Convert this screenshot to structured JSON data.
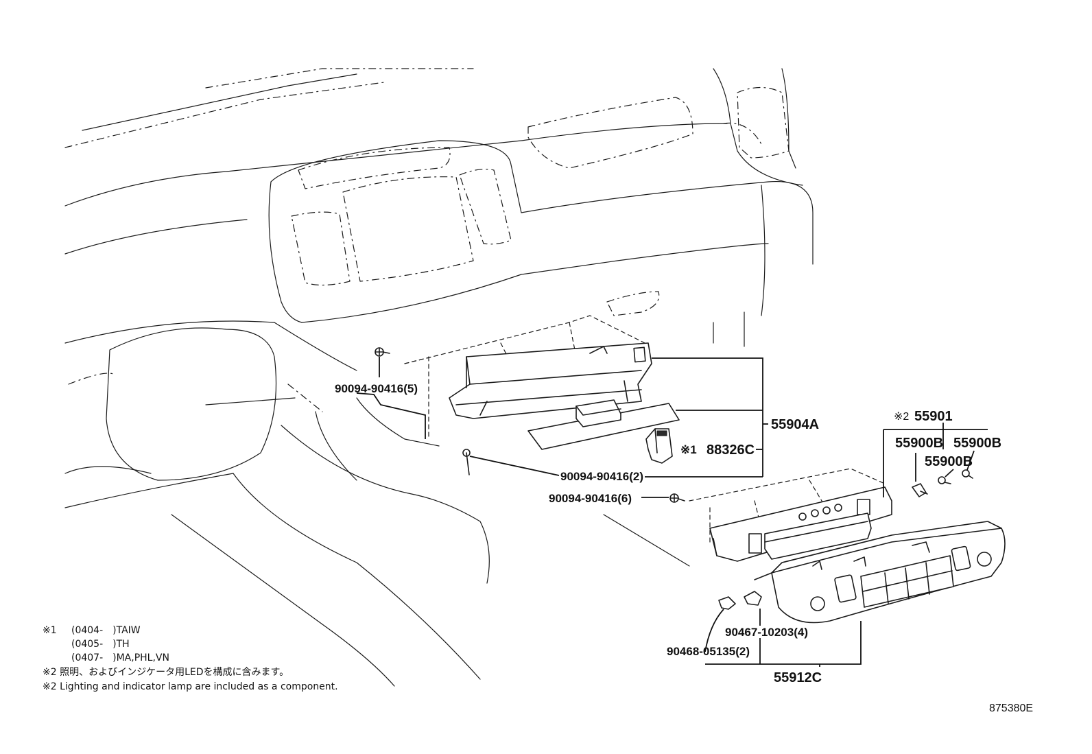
{
  "parts": {
    "p_90094_90416_5": "90094-90416(5)",
    "p_90094_90416_2": "90094-90416(2)",
    "p_90094_90416_6": "90094-90416(6)",
    "p_55904A": "55904A",
    "p_88326C": "88326C",
    "p_88326C_mark": "※1",
    "p_55901": "55901",
    "p_55901_mark": "※2",
    "p_55900B_a": "55900B",
    "p_55900B_b": "55900B",
    "p_55900B_c": "55900B",
    "p_90467_10203_4": "90467-10203(4)",
    "p_90468_05135_2": "90468-05135(2)",
    "p_55912C": "55912C"
  },
  "notes": {
    "n1_mark": "※1",
    "n1_line1": "(0404-　)TAIW",
    "n1_line2": "(0405-　)TH",
    "n1_line3": "(0407-　)MA,PHL,VN",
    "n2_jp": "※2 照明、およびインジケータ用LEDを構成に含みます。",
    "n2_en": "※2 Lighting and indicator lamp are included as a component."
  },
  "diagram_id": "875380E"
}
